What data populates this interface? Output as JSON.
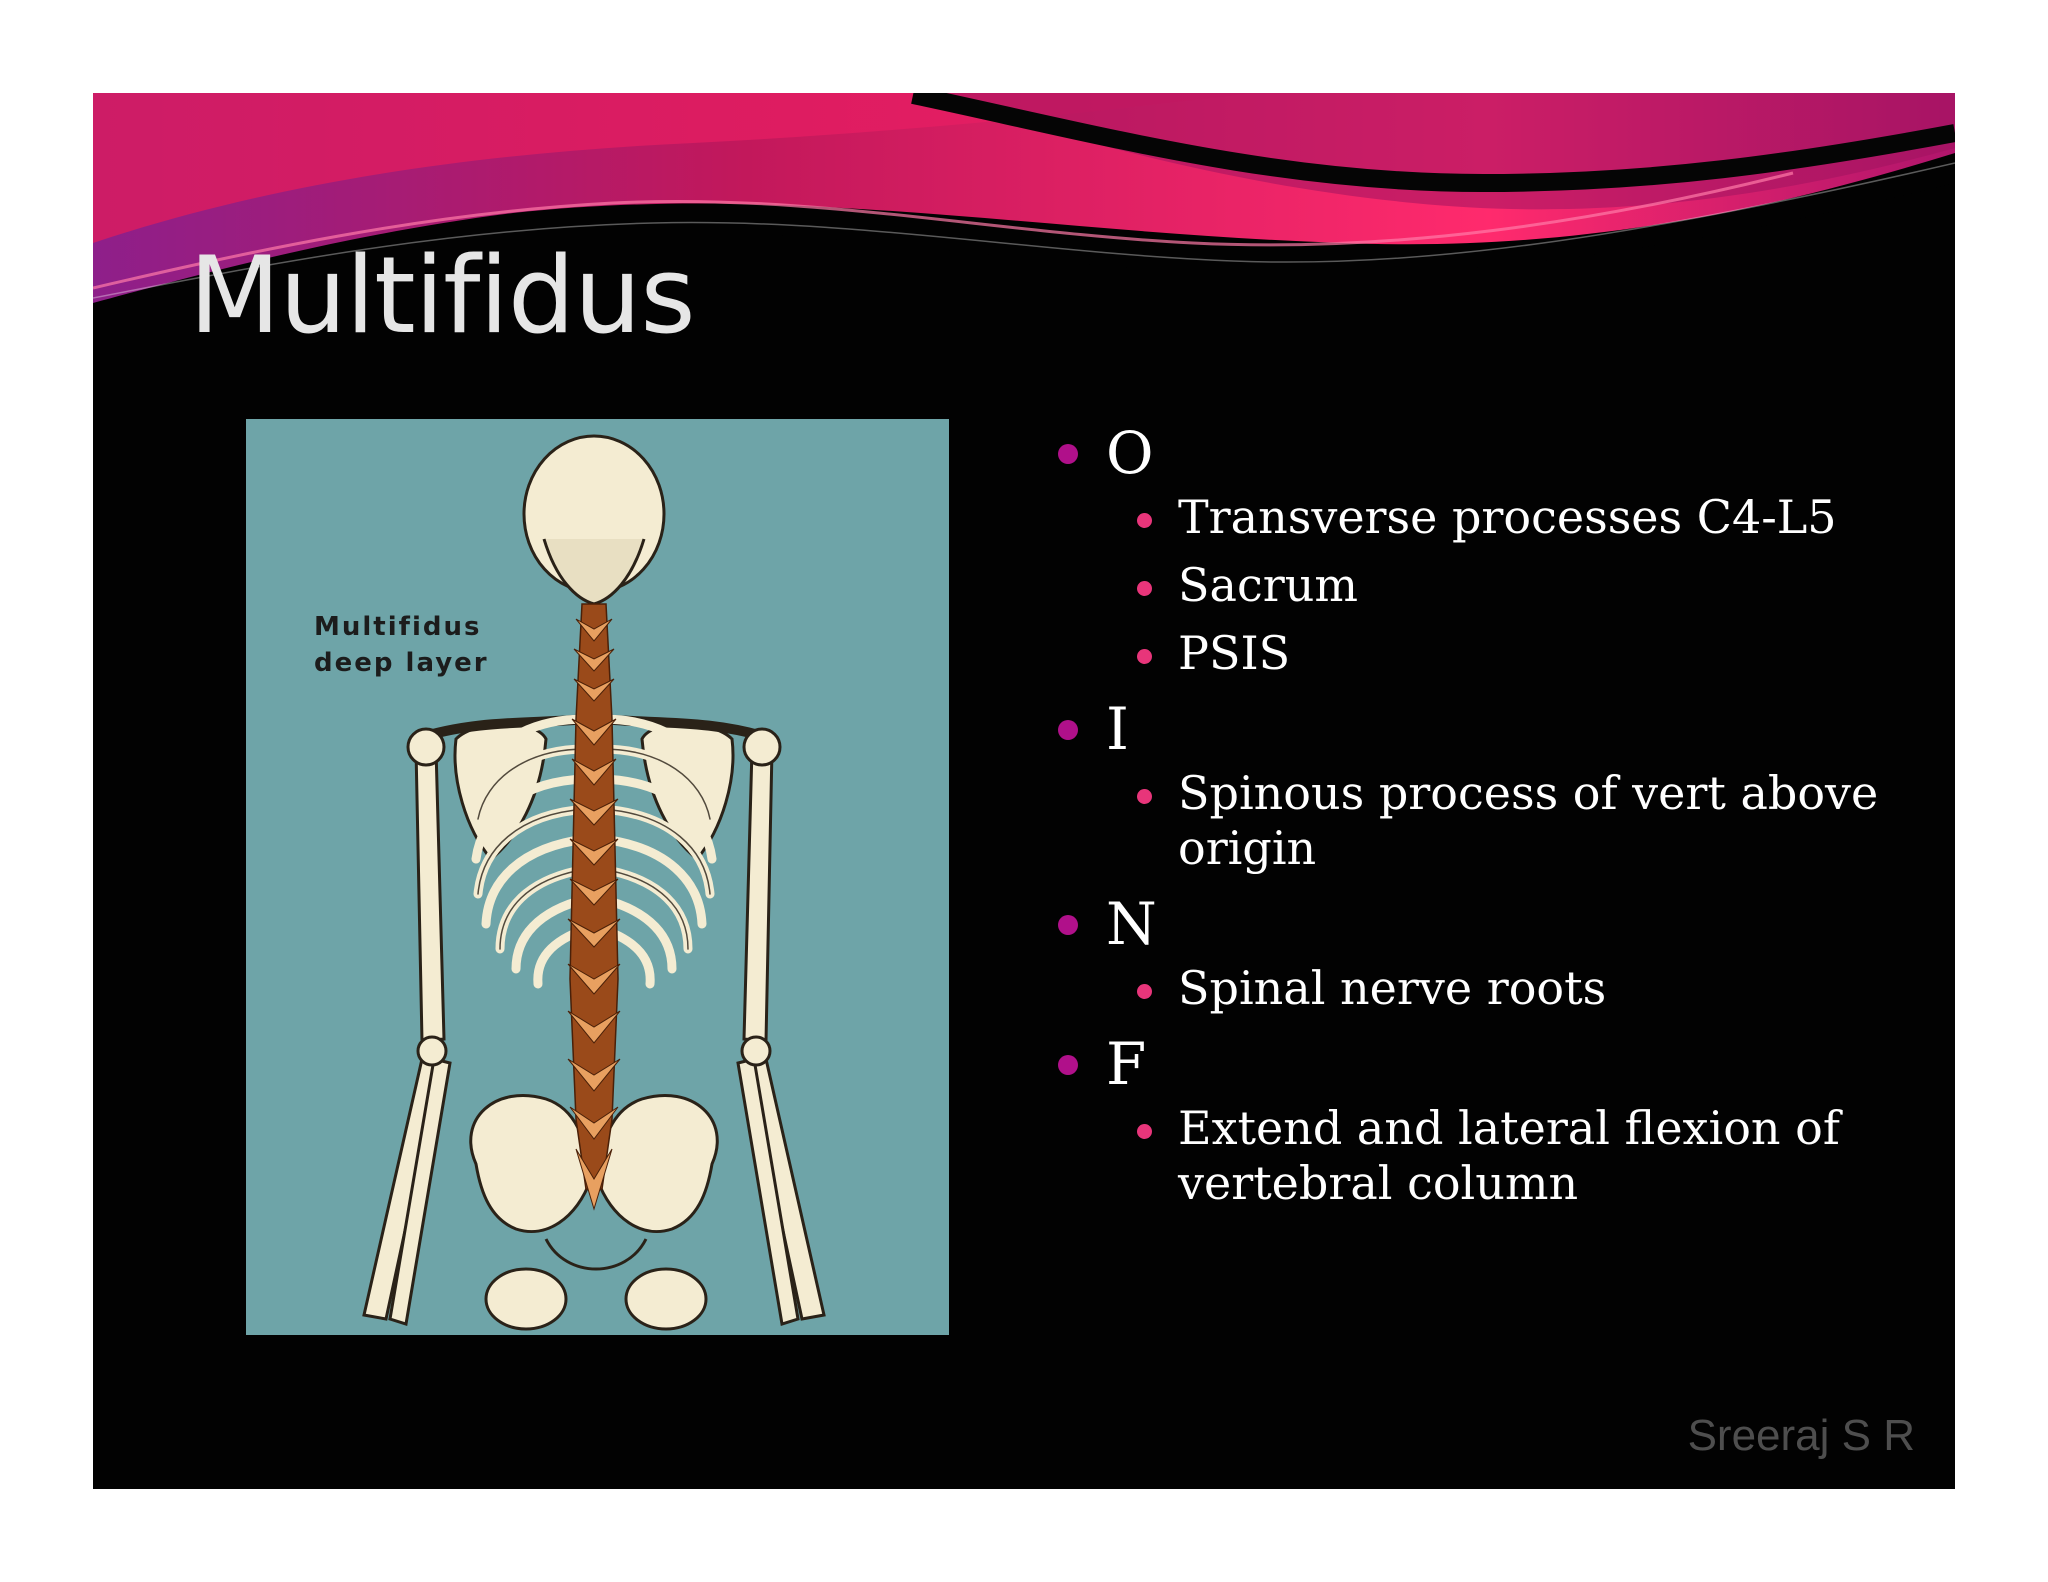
{
  "slide": {
    "title": "Multifidus",
    "figure": {
      "label_line1": "Multifidus",
      "label_line2": "deep layer"
    },
    "sections": [
      {
        "heading": "O",
        "items": [
          "Transverse processes C4-L5",
          "Sacrum",
          "PSIS"
        ]
      },
      {
        "heading": "I",
        "items": [
          "Spinous process of vert above origin"
        ]
      },
      {
        "heading": "N",
        "items": [
          "Spinal nerve roots"
        ]
      },
      {
        "heading": "F",
        "items": [
          "Extend and lateral flexion of vertebral column"
        ]
      }
    ],
    "credit": "Sreeraj S R"
  },
  "colors": {
    "slide_background": "#020202",
    "banner_magenta": "#c2185b",
    "banner_pink": "#ff2a6d",
    "banner_purple": "#8e1f8a",
    "title_text": "#e6e6e6",
    "bullet_level1": "#b0108a",
    "bullet_level2": "#e8357a",
    "figure_background": "#6ea4a8",
    "bone": "#f4ecd2",
    "muscle": "#9a4a1a"
  }
}
